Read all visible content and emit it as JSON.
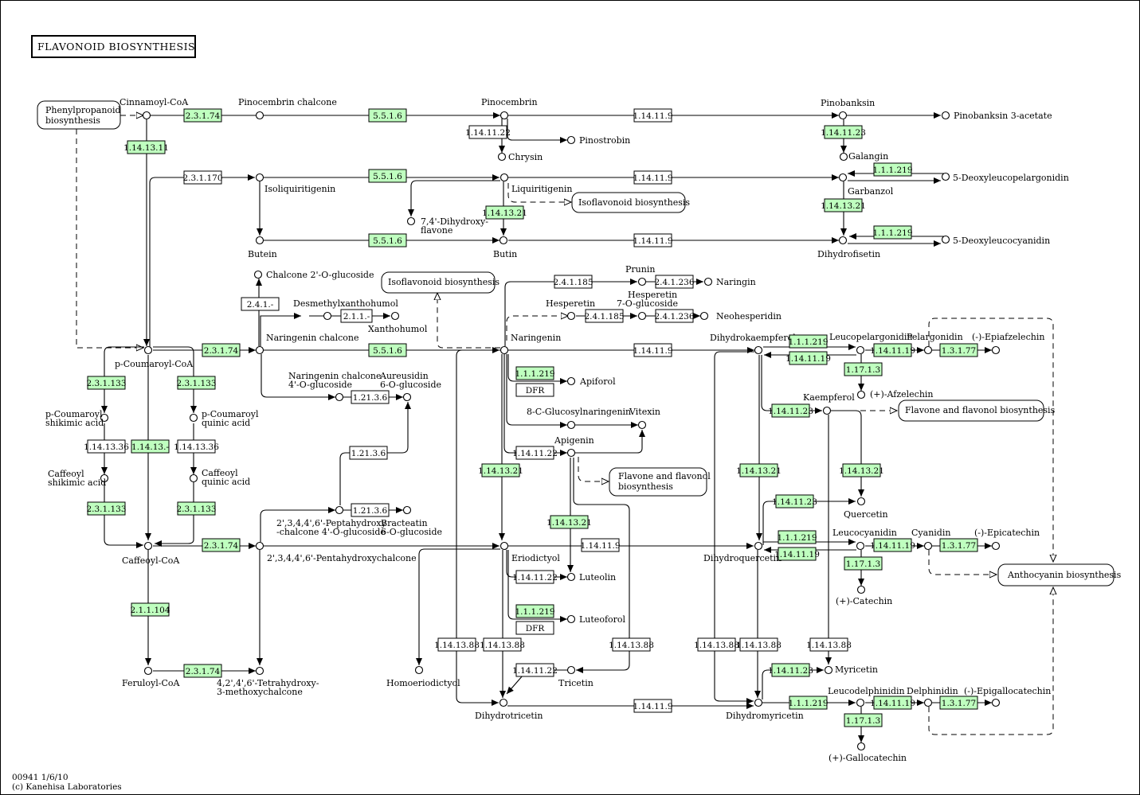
{
  "title": "FLAVONOID BIOSYNTHESIS",
  "footer": {
    "id": "00941 1/6/10",
    "copyright": "(c) Kanehisa Laboratories"
  },
  "pathways": {
    "phenylpropanoid": [
      "Phenylpropanoid",
      "biosynthesis"
    ],
    "isoflavonoid_1": "Isoflavonoid biosynthesis",
    "isoflavonoid_2": "Isoflavonoid biosynthesis",
    "flavone_1": "Flavone and flavonol biosynthesis",
    "flavone_2": [
      "Flavone and flavonol",
      "biosynthesis"
    ],
    "anthocyanin": "Anthocyanin biosynthesis"
  },
  "compounds": {
    "cinnamoyl_coa": "Cinnamoyl-CoA",
    "pinocembrin_chalcone": "Pinocembrin chalcone",
    "pinocembrin": "Pinocembrin",
    "pinobanksin": "Pinobanksin",
    "pinobanksin_3_acetate": "Pinobanksin 3-acetate",
    "pinostrobin": "Pinostrobin",
    "chrysin": "Chrysin",
    "galangin": "Galangin",
    "isoliquiritigenin": "Isoliquiritigenin",
    "liquiritigenin": "Liquiritigenin",
    "dihydroxyflavone": [
      "7,4'-Dihydroxy-",
      "flavone"
    ],
    "deoxyleucopelargonidin": "5-Deoxyleucopelargonidin",
    "garbanzol": "Garbanzol",
    "butein": "Butein",
    "butin": "Butin",
    "dihydrofisetin": "Dihydrofisetin",
    "deoxyleucocyanidin": "5-Deoxyleucocyanidin",
    "chalcone_glucoside": "Chalcone 2'-O-glucoside",
    "prunin": "Prunin",
    "naringin": "Naringin",
    "hesperetin": "Hesperetin",
    "hesperetin_glucoside": [
      "Hesperetin",
      "7-O-glucoside"
    ],
    "neohesperidin": "Neohesperidin",
    "desmethylxanthohumol": "Desmethylxanthohumol",
    "xanthohumol": "Xanthohumol",
    "p_coumaroyl_coa": "p-Coumaroyl-CoA",
    "naringenin_chalcone": "Naringenin chalcone",
    "naringenin": "Naringenin",
    "dihydrokaempferol": "Dihydrokaempferol",
    "leucopelargonidin": "Leucopelargonidin",
    "pelargonidin": "Pelargonidin",
    "epiafzelechin": "(-)-Epiafzelechin",
    "afzelechin": "(+)-Afzelechin",
    "kaempferol": "Kaempferol",
    "naringenin_chalcone_glucoside": [
      "Naringenin chalcone",
      "4'-O-glucoside"
    ],
    "aureusidin_glucoside": [
      "Aureusidin",
      "6-O-glucoside"
    ],
    "apiforol": "Apiforol",
    "p_coumaroyl_shikimic": [
      "p-Coumaroyl",
      "shikimic acid"
    ],
    "p_coumaroyl_quinic": [
      "p-Coumaroyl",
      "quinic acid"
    ],
    "glucosylnaringenin": "8-C-Glucosylnaringenin",
    "vitexin": "Vitexin",
    "apigenin": "Apigenin",
    "caffeoyl_shikimic": [
      "Caffeoyl",
      "shikimic acid"
    ],
    "caffeoyl_quinic": [
      "Caffeoyl",
      "quinic acid"
    ],
    "quercetin": "Quercetin",
    "peptahydroxy_chalcone_glucoside": [
      "2',3,4,4',6'-Peptahydroxy",
      "-chalcone 4'-O-glucoside"
    ],
    "bracteatin_glucoside": [
      "Bracteatin",
      "6-O-glucoside"
    ],
    "caffeoyl_coa": "Caffeoyl-CoA",
    "pentahydroxychalcone": "2',3,4,4',6'-Pentahydroxychalcone",
    "eriodictyol": "Eriodictyol",
    "dihydroquercetin": "Dihydroquercetin",
    "leucocyanidin": "Leucocyanidin",
    "cyanidin": "Cyanidin",
    "epicatechin": "(-)-Epicatechin",
    "catechin": "(+)-Catechin",
    "luteolin": "Luteolin",
    "luteoforol": "Luteoforol",
    "myricetin": "Myricetin",
    "feruloyl_coa": "Feruloyl-CoA",
    "tetrahydroxy_methoxychalcone": [
      "4,2',4',6'-Tetrahydroxy-",
      "3-methoxychalcone"
    ],
    "homoeriodictyol": "Homoeriodictyol",
    "tricetin": "Tricetin",
    "dihydrotricetin": "Dihydrotricetin",
    "dihydromyricetin": "Dihydromyricetin",
    "leucodelphinidin": "Leucodelphinidin",
    "delphinidin": "Delphinidin",
    "epigallocatechin": "(-)-Epigallocatechin",
    "gallocatechin": "(+)-Gallocatechin"
  },
  "enzymes": {
    "e_2_3_1_74_a": "2.3.1.74",
    "e_5_5_1_6_a": "5.5.1.6",
    "e_1_14_11_9_a": "1.14.11.9",
    "e_1_14_11_22_a": "1.14.11.22",
    "e_1_14_11_23_a": "1.14.11.23",
    "e_1_14_13_11": "1.14.13.11",
    "e_2_3_1_170": "2.3.1.170",
    "e_5_5_1_6_b": "5.5.1.6",
    "e_1_14_11_9_b": "1.14.11.9",
    "e_1_1_1_219_a": "1.1.1.219",
    "e_1_14_13_21_a": "1.14.13.21",
    "e_1_14_13_21_b": "1.14.13.21",
    "e_5_5_1_6_c": "5.5.1.6",
    "e_1_14_11_9_c": "1.14.11.9",
    "e_1_1_1_219_b": "1.1.1.219",
    "e_2_4_1_185_a": "2.4.1.185",
    "e_2_4_1_236_a": "2.4.1.236",
    "e_2_4_1_x": "2.4.1.-",
    "e_2_1_1_x": "2.1.1.-",
    "e_2_4_1_185_b": "2.4.1.185",
    "e_2_4_1_236_b": "2.4.1.236",
    "e_2_3_1_74_b": "2.3.1.74",
    "e_5_5_1_6_d": "5.5.1.6",
    "e_1_14_11_9_d": "1.14.11.9",
    "e_1_1_1_219_c": "1.1.1.219",
    "e_1_14_11_19_a": "1.14.11.19",
    "e_1_14_11_19_b": "1.14.11.19",
    "e_1_3_1_77_a": "1.3.1.77",
    "e_1_17_1_3_a": "1.17.1.3",
    "e_2_3_1_133_a": "2.3.1.133",
    "e_2_3_1_133_b": "2.3.1.133",
    "e_1_1_1_219_d": "1.1.1.219",
    "dfr_a": "DFR",
    "e_1_21_3_6_a": "1.21.3.6",
    "e_1_14_11_23_b": "1.14.11.23",
    "e_1_14_13_36_a": "1.14.13.36",
    "e_1_14_13_x": "1.14.13.-",
    "e_1_14_13_36_b": "1.14.13.36",
    "e_1_14_11_22_b": "1.14.11.22",
    "e_1_21_3_6_b": "1.21.3.6",
    "e_1_14_13_21_c": "1.14.13.21",
    "e_1_14_13_21_d": "1.14.13.21",
    "e_1_14_13_21_e": "1.14.13.21",
    "e_2_3_1_133_c": "2.3.1.133",
    "e_2_3_1_133_d": "2.3.1.133",
    "e_1_14_11_23_c": "1.14.11.23",
    "e_1_21_3_6_c": "1.21.3.6",
    "e_2_3_1_74_c": "2.3.1.74",
    "e_1_14_11_9_e": "1.14.11.9",
    "e_1_14_13_21_f": "1.14.13.21",
    "e_1_1_1_219_e": "1.1.1.219",
    "e_1_14_11_19_c": "1.14.11.19",
    "e_1_14_11_19_d": "1.14.11.19",
    "e_1_3_1_77_b": "1.3.1.77",
    "e_1_17_1_3_b": "1.17.1.3",
    "e_1_14_11_22_c": "1.14.11.22",
    "e_1_1_1_219_f": "1.1.1.219",
    "dfr_b": "DFR",
    "e_2_1_1_104": "2.1.1.104",
    "e_1_14_13_88_a": "1.14.13.88",
    "e_1_14_13_88_b": "1.14.13.88",
    "e_1_14_13_88_c": "1.14.13.88",
    "e_1_14_13_88_d": "1.14.13.88",
    "e_1_14_13_88_e": "1.14.13.88",
    "e_1_14_13_88_f": "1.14.13.88",
    "e_1_14_11_23_d": "1.14.11.23",
    "e_2_3_1_74_d": "2.3.1.74",
    "e_1_14_11_22_d": "1.14.11.22",
    "e_1_14_11_9_f": "1.14.11.9",
    "e_1_1_1_219_g": "1.1.1.219",
    "e_1_14_11_19_e": "1.14.11.19",
    "e_1_3_1_77_c": "1.3.1.77",
    "e_1_17_1_3_c": "1.17.1.3"
  },
  "colors": {
    "enzyme_present": "#bfffbf",
    "enzyme_absent": "#ffffff",
    "line": "#000000"
  }
}
